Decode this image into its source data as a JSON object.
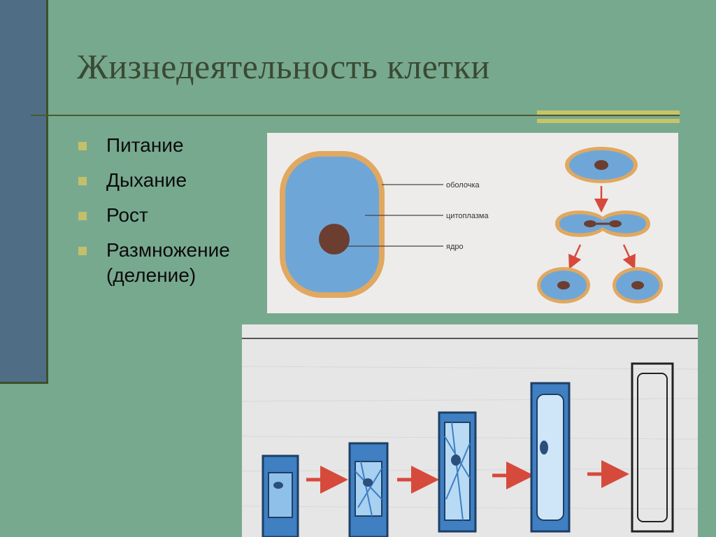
{
  "slide": {
    "title": "Жизнедеятельность клетки",
    "bullets": [
      "Питание",
      "Дыхание",
      "Рост",
      "Размножение\n(деление)"
    ]
  },
  "cell_diagram": {
    "labels": {
      "membrane": "оболочка",
      "cytoplasm": "цитоплазма",
      "nucleus": "ядро"
    }
  },
  "colors": {
    "background": "#77a98f",
    "sidebar": "#4f6e86",
    "accent": "#c8c46a",
    "cell_fill": "#6fa6d8",
    "membrane": "#e0a860",
    "nucleus": "#6b3e30",
    "arrow": "#d64a3c"
  }
}
